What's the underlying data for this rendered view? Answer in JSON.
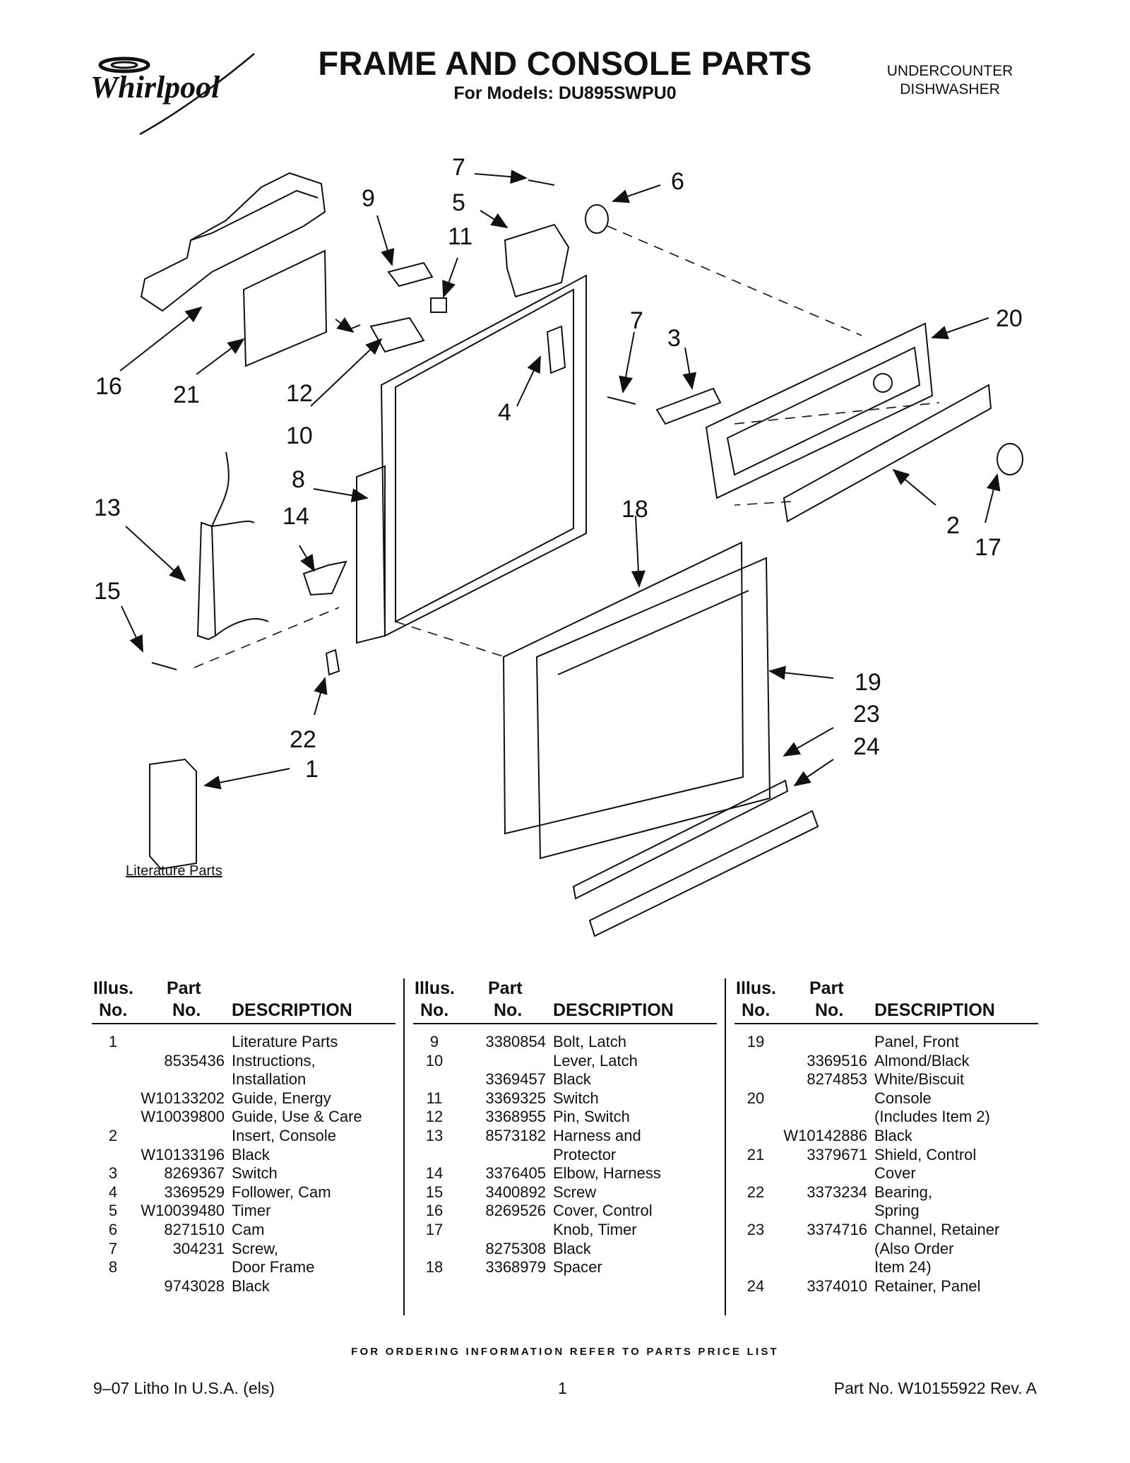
{
  "brand": {
    "logo_text": "Whirlpool"
  },
  "header": {
    "title": "FRAME AND CONSOLE PARTS",
    "subtitle": "For Models: DU895SWPU0",
    "product_type_line1": "UNDERCOUNTER",
    "product_type_line2": "DISHWASHER"
  },
  "diagram": {
    "callouts": [
      "1",
      "2",
      "3",
      "4",
      "5",
      "6",
      "7",
      "7",
      "8",
      "9",
      "10",
      "11",
      "12",
      "13",
      "14",
      "15",
      "16",
      "17",
      "18",
      "19",
      "20",
      "21",
      "22",
      "23",
      "24"
    ],
    "literature_label": "Literature Parts"
  },
  "table": {
    "headers": {
      "illus_1": "Illus.",
      "illus_2": "No.",
      "part_1": "Part",
      "part_2": "No.",
      "description": "DESCRIPTION"
    },
    "columns": [
      [
        {
          "illus": "1",
          "part": "",
          "desc": "Literature Parts"
        },
        {
          "illus": "",
          "part": "8535436",
          "desc": "Instructions,"
        },
        {
          "illus": "",
          "part": "",
          "desc": "Installation"
        },
        {
          "illus": "",
          "part": "W10133202",
          "desc": "Guide, Energy"
        },
        {
          "illus": "",
          "part": "W10039800",
          "desc": "Guide, Use & Care"
        },
        {
          "illus": "2",
          "part": "",
          "desc": "Insert, Console"
        },
        {
          "illus": "",
          "part": "W10133196",
          "desc": "Black"
        },
        {
          "illus": "3",
          "part": "8269367",
          "desc": "Switch"
        },
        {
          "illus": "4",
          "part": "3369529",
          "desc": "Follower, Cam"
        },
        {
          "illus": "5",
          "part": "W10039480",
          "desc": "Timer"
        },
        {
          "illus": "6",
          "part": "8271510",
          "desc": "Cam"
        },
        {
          "illus": "7",
          "part": "304231",
          "desc": "Screw,"
        },
        {
          "illus": "8",
          "part": "",
          "desc": "Door Frame"
        },
        {
          "illus": "",
          "part": "9743028",
          "desc": "Black"
        }
      ],
      [
        {
          "illus": "9",
          "part": "3380854",
          "desc": "Bolt, Latch"
        },
        {
          "illus": "10",
          "part": "",
          "desc": "Lever, Latch"
        },
        {
          "illus": "",
          "part": "3369457",
          "desc": "Black"
        },
        {
          "illus": "11",
          "part": "3369325",
          "desc": "Switch"
        },
        {
          "illus": "12",
          "part": "3368955",
          "desc": "Pin, Switch"
        },
        {
          "illus": "13",
          "part": "8573182",
          "desc": "Harness and"
        },
        {
          "illus": "",
          "part": "",
          "desc": "Protector"
        },
        {
          "illus": "14",
          "part": "3376405",
          "desc": "Elbow, Harness"
        },
        {
          "illus": "15",
          "part": "3400892",
          "desc": "Screw"
        },
        {
          "illus": "16",
          "part": "8269526",
          "desc": "Cover, Control"
        },
        {
          "illus": "17",
          "part": "",
          "desc": "Knob, Timer"
        },
        {
          "illus": "",
          "part": "8275308",
          "desc": "Black"
        },
        {
          "illus": "18",
          "part": "3368979",
          "desc": "Spacer"
        }
      ],
      [
        {
          "illus": "19",
          "part": "",
          "desc": "Panel, Front"
        },
        {
          "illus": "",
          "part": "3369516",
          "desc": "Almond/Black"
        },
        {
          "illus": "",
          "part": "8274853",
          "desc": "White/Biscuit"
        },
        {
          "illus": "20",
          "part": "",
          "desc": "Console"
        },
        {
          "illus": "",
          "part": "",
          "desc": "(Includes Item 2)"
        },
        {
          "illus": "",
          "part": "W10142886",
          "desc": "Black"
        },
        {
          "illus": "21",
          "part": "3379671",
          "desc": "Shield, Control"
        },
        {
          "illus": "",
          "part": "",
          "desc": "Cover"
        },
        {
          "illus": "22",
          "part": "3373234",
          "desc": "Bearing,"
        },
        {
          "illus": "",
          "part": "",
          "desc": "Spring"
        },
        {
          "illus": "23",
          "part": "3374716",
          "desc": "Channel, Retainer"
        },
        {
          "illus": "",
          "part": "",
          "desc": "(Also Order"
        },
        {
          "illus": "",
          "part": "",
          "desc": "Item 24)"
        },
        {
          "illus": "24",
          "part": "3374010",
          "desc": "Retainer, Panel"
        }
      ]
    ]
  },
  "footer": {
    "order_note": "FOR ORDERING INFORMATION REFER TO PARTS PRICE LIST",
    "left": "9–07 Litho In U.S.A. (els)",
    "page": "1",
    "right": "Part No. W10155922 Rev. A"
  }
}
